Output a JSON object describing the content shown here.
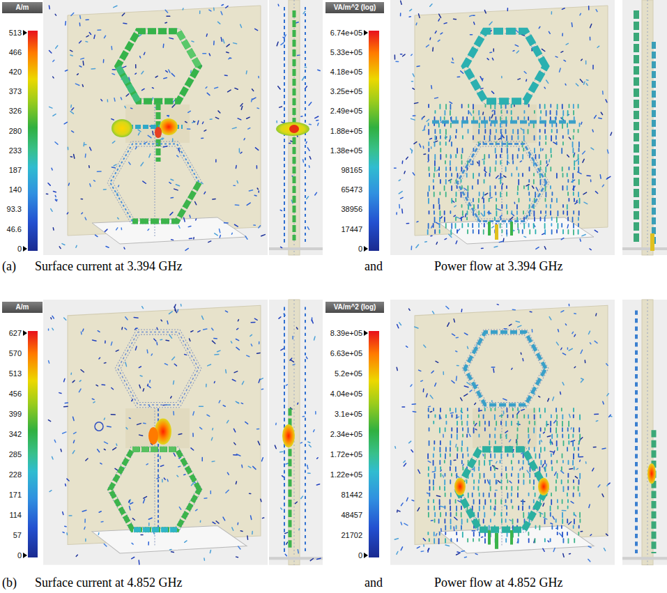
{
  "diagram": {
    "labels": [
      "A/m",
      "513",
      "466",
      "420",
      "373",
      "326",
      "280",
      "233",
      "187",
      "140",
      "93.3",
      "46.6",
      "0",
      "VA/m^2 (log)",
      "6.74e+05",
      "5.33e+05",
      "4.18e+05",
      "3.25e+05",
      "2.49e+05",
      "1.88e+05",
      "1.38e+05",
      "98165",
      "65473",
      "38956",
      "17447",
      "0",
      "(a)",
      "Surface current at 3.394 GHz",
      "and",
      "Power flow at 3.394 GHz",
      "A/m",
      "627",
      "570",
      "513",
      "456",
      "399",
      "342",
      "285",
      "228",
      "171",
      "114",
      "57",
      "0",
      "VA/m^2 (log)",
      "8.39e+05",
      "6.63e+05",
      "5.2e+05",
      "4.04e+05",
      "3.1e+05",
      "2.34e+05",
      "1.72e+05",
      "1.22e+05",
      "81442",
      "48457",
      "21702",
      "0",
      "(b)",
      "Surface current at 4.852 GHz",
      "and",
      "Power flow at 4.852 GHz"
    ]
  }
}
